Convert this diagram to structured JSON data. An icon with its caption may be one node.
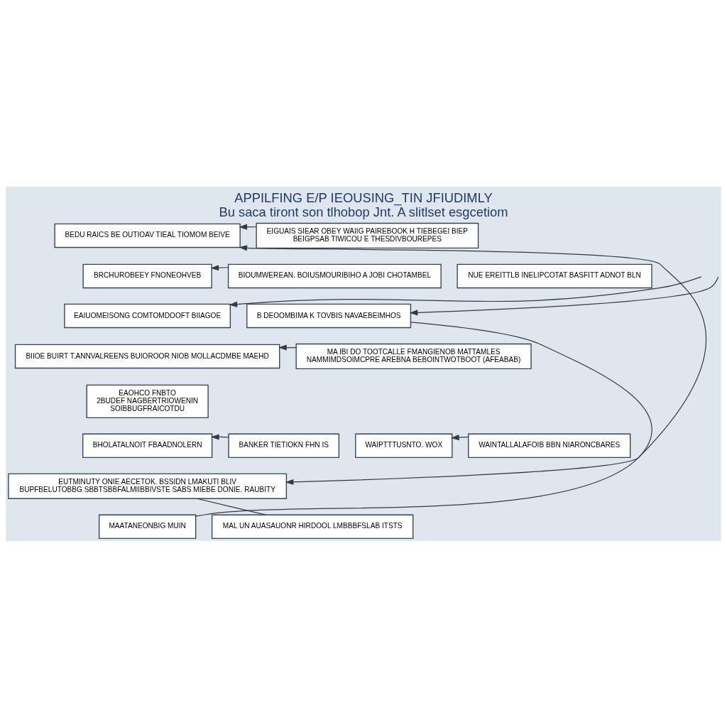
{
  "diagram": {
    "title": "APPILFING E/P IEOUSING_TIN JFIUDIMLY",
    "caption": "Bu saca tiront son tlhobop Jnt. A slitlset esgcetiom",
    "nodes": [
      {
        "text": [
          "BEDU RAICS BE OUTIOAV TIEAL TIOMOM BEIVE"
        ]
      },
      {
        "text": [
          "EIGUAIS SIEAR OBEY WAIIG PAIREBOOK H TIEBEGEI BIEP",
          "BEIGPSAB TIWICOU E THESDIVBOUREPES"
        ]
      },
      {
        "text": [
          "BRCHUROBEEY FNONEOHVEB"
        ]
      },
      {
        "text": [
          "BIOUMWEREAN. BOIUSMOURIBIHO A JOBI CHOTAMBEL"
        ]
      },
      {
        "text": [
          "NUE EREITTLB INELIPCOTAT BASFITT ADNOT BLN"
        ]
      },
      {
        "text": [
          "EAIUOMEISONG COMTOMDOOFT BIIAGOE"
        ]
      },
      {
        "text": [
          "B DEOOMBIMA K TOVBIS NAVAEBEIMHOS"
        ]
      },
      {
        "text": [
          "BIIOE BUIRT T.ANNVALREENS BUIOROOR NIOB MOLLACDMBE MAEHD"
        ]
      },
      {
        "text": [
          "MA IBI DO TOOTCALLE FMANGIENOB MATTAMLES",
          "NAMMIMDSOIMCPRE AREBNA BEBOINTWOTBOOT (AFEABAB)"
        ]
      },
      {
        "text": [
          "EAOHCO FNBTO",
          "2BUDEF NAGBERTRIOWENIN",
          "SOIBBUGFRAICOTDU"
        ]
      },
      {
        "text": [
          "BHOLATALNOIT FBAADNOLERN"
        ]
      },
      {
        "text": [
          "BANKER TIETIOKN FHN IS"
        ]
      },
      {
        "text": [
          "WAIPTTTUSNTO. WOX"
        ]
      },
      {
        "text": [
          "WAINTALLALAFOIB BBN NIARONCBARES"
        ]
      },
      {
        "text": [
          "EUTMINUTY ONIE AECETOK. BSSIDN LMAKUTI BLIV",
          "BUPFBELUTOBBG SBBTSBBFALMIIBBIVSTE SABS MIEBE DONIE. RAUBITY"
        ]
      },
      {
        "text": [
          "MAATANEONBIG MUIN"
        ]
      },
      {
        "text": [
          "MAL UN AUASAUONR HIRDOOL LMBBBFSLAB ITSTS"
        ]
      }
    ],
    "edges": [
      {
        "from": 1,
        "to": 0,
        "arrow": "to"
      },
      {
        "from": 3,
        "to": 2,
        "arrow": "to"
      },
      {
        "from": null,
        "to": 5,
        "arrow": "to"
      },
      {
        "from": null,
        "to": 6,
        "arrow": "to"
      },
      {
        "from": 6,
        "to": 14,
        "arrow": "to"
      },
      {
        "from": 8,
        "to": 7,
        "arrow": "to"
      },
      {
        "from": 11,
        "to": 10,
        "arrow": "to"
      },
      {
        "from": 13,
        "to": 12,
        "arrow": "to"
      },
      {
        "from": 15,
        "to": 0,
        "arrow": "to"
      },
      {
        "from": 16,
        "to": 14,
        "arrow": "none"
      }
    ]
  }
}
